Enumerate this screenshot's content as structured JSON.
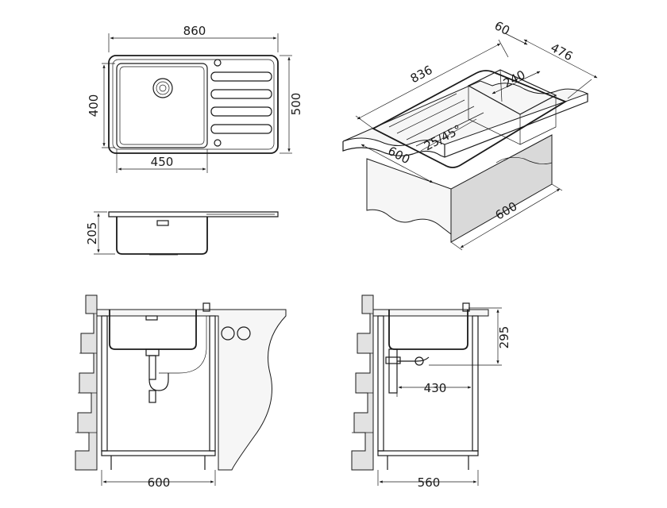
{
  "colors": {
    "line": "#1a1a1a",
    "wall_fill": "#e2e2e2",
    "cabinet_fill": "#f6f6f6"
  },
  "top_view": {
    "overall_width": "860",
    "bowl_depth": "400",
    "overall_depth": "500",
    "bowl_width": "450"
  },
  "side_view": {
    "bowl_height": "205"
  },
  "iso_view": {
    "length": "836",
    "front_edge": "600",
    "corner_radius": "60",
    "depth": "476",
    "drainboard": "240",
    "edge_profile": "25/45°",
    "cabinet_width": "600"
  },
  "front_install": {
    "cabinet_width": "600"
  },
  "side_install": {
    "cabinet_depth": "560",
    "outlet_distance": "430",
    "bowl_depth": "295"
  }
}
